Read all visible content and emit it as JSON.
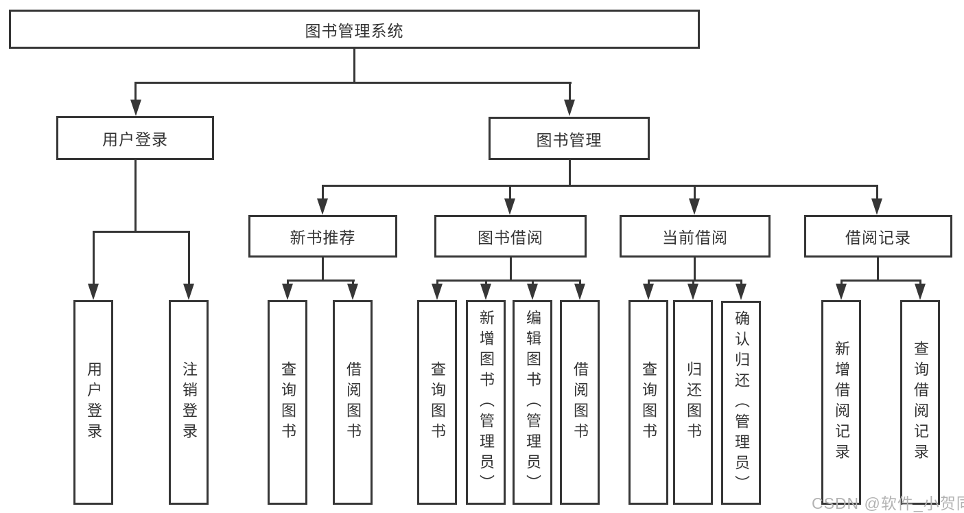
{
  "diagram": {
    "root": {
      "label": "图书管理系统"
    },
    "branches": [
      {
        "label": "用户登录",
        "children": [
          {
            "label": "用户登录"
          },
          {
            "label": "注销登录"
          }
        ]
      },
      {
        "label": "图书管理",
        "children": [
          {
            "label": "新书推荐",
            "children": [
              {
                "label": "查询图书"
              },
              {
                "label": "借阅图书"
              }
            ]
          },
          {
            "label": "图书借阅",
            "children": [
              {
                "label": "查询图书"
              },
              {
                "label": "新增图书（管理员）"
              },
              {
                "label": "编辑图书（管理员）"
              },
              {
                "label": "借阅图书"
              }
            ]
          },
          {
            "label": "当前借阅",
            "children": [
              {
                "label": "查询图书"
              },
              {
                "label": "归还图书"
              },
              {
                "label": "确认归还（管理员）"
              }
            ]
          },
          {
            "label": "借阅记录",
            "children": [
              {
                "label": "新增借阅记录"
              },
              {
                "label": "查询借阅记录"
              }
            ]
          }
        ]
      }
    ]
  },
  "watermark": {
    "text": "CSDN @软件_小贺同学"
  },
  "colors": {
    "line": "#363636",
    "text": "#333333",
    "watermark": "#b3b3b3",
    "background": "#ffffff"
  }
}
